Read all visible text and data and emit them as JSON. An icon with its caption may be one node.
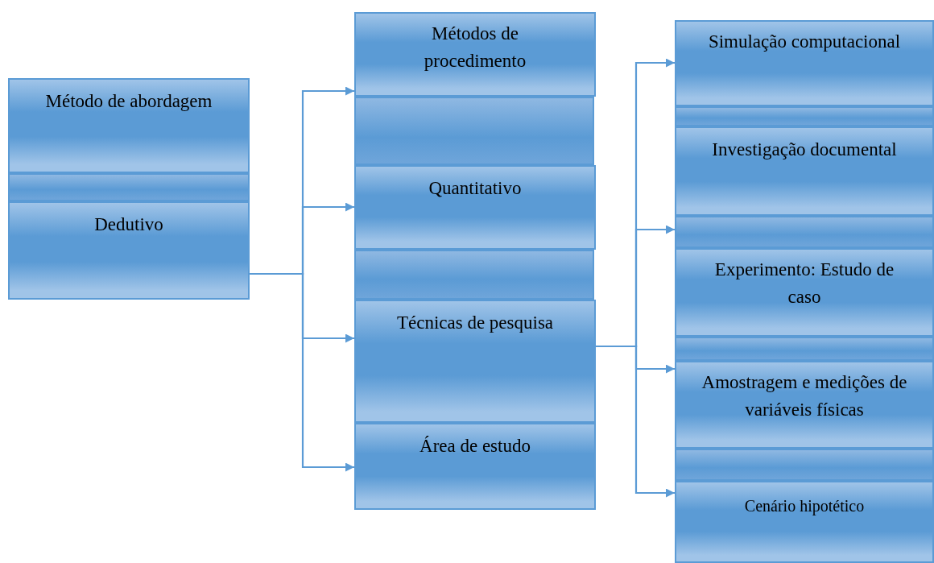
{
  "diagram": {
    "nodes": [
      {
        "text": [
          "Método de abordagem"
        ]
      },
      {
        "text": [],
        "shape": "box"
      },
      {
        "text": [
          "Dedutivo"
        ]
      },
      {
        "text": [
          "Métodos de procedimento"
        ]
      },
      {
        "text": [],
        "shape": "box"
      },
      {
        "text": [
          "Quantitativo"
        ]
      },
      {
        "text": [],
        "shape": "box"
      },
      {
        "text": [
          "Técnicas de pesquisa"
        ]
      },
      {
        "text": [
          "Área de estudo"
        ]
      },
      {
        "text": [
          "Simulação computacional"
        ]
      },
      {
        "text": [],
        "shape": "box"
      },
      {
        "text": [
          "Investigação documental"
        ]
      },
      {
        "text": [],
        "shape": "box"
      },
      {
        "text": [
          "Experimento: Estudo de caso"
        ]
      },
      {
        "text": [],
        "shape": "box"
      },
      {
        "text": [
          "Amostragem e medições de variáveis físicas"
        ]
      },
      {
        "text": [],
        "shape": "box"
      },
      {
        "text": [
          "Cenário hipotético"
        ]
      }
    ],
    "edges": [
      {
        "from": 2,
        "to": 3,
        "arrow": "to"
      },
      {
        "from": 2,
        "to": 5,
        "arrow": "to"
      },
      {
        "from": 2,
        "to": 7,
        "arrow": "to"
      },
      {
        "from": 2,
        "to": 8,
        "arrow": "to"
      },
      {
        "from": 7,
        "to": 9,
        "arrow": "to"
      },
      {
        "from": 7,
        "to": 12,
        "arrow": "to"
      },
      {
        "from": 7,
        "to": 15,
        "arrow": "to"
      },
      {
        "from": 7,
        "to": 17,
        "arrow": "to"
      }
    ]
  }
}
